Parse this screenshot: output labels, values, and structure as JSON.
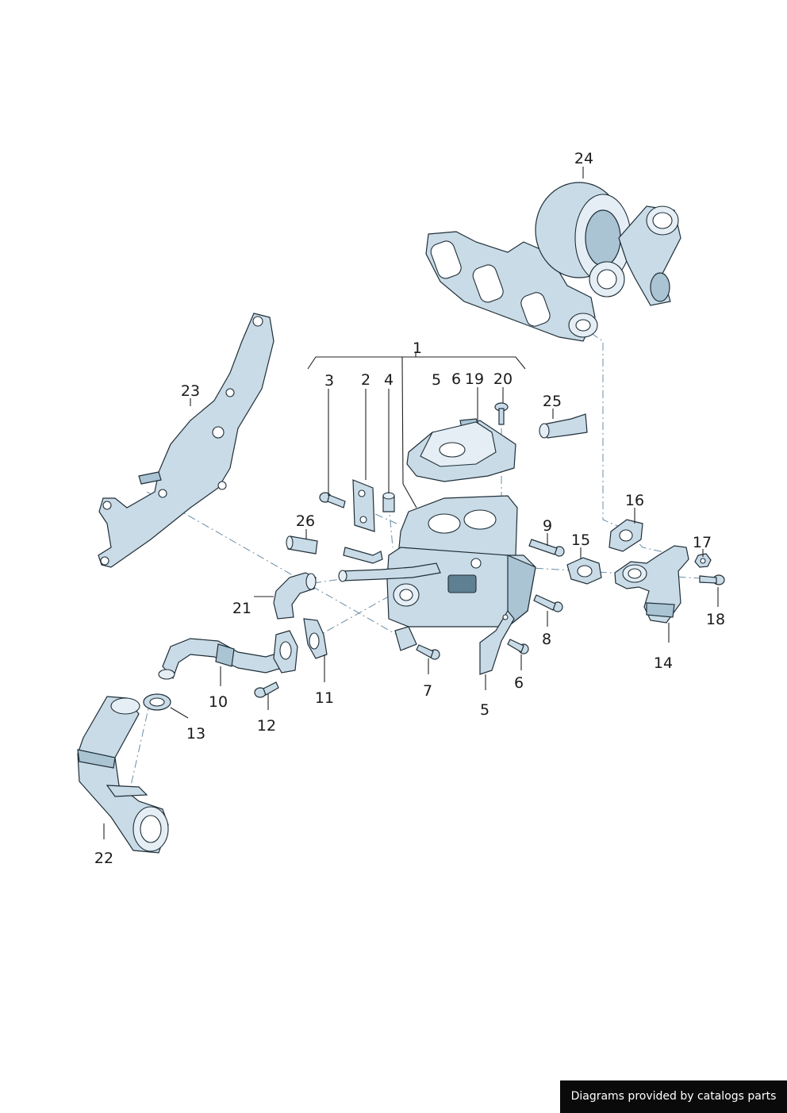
{
  "footer": {
    "text": "Diagrams provided by catalogs parts"
  },
  "callouts": {
    "c1": "1",
    "c2": "2",
    "c3": "3",
    "c4": "4",
    "c5a": "5",
    "c5b": "5",
    "c6a": "6",
    "c6b": "6",
    "c7": "7",
    "c8": "8",
    "c9": "9",
    "c10": "10",
    "c11": "11",
    "c12": "12",
    "c13": "13",
    "c14": "14",
    "c15": "15",
    "c16": "16",
    "c17": "17",
    "c18": "18",
    "c19": "19",
    "c20": "20",
    "c21": "21",
    "c22": "22",
    "c23": "23",
    "c24": "24",
    "c25": "25",
    "c26": "26"
  }
}
